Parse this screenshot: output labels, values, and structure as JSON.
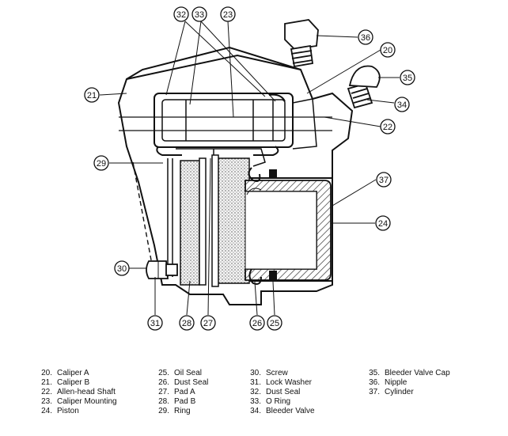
{
  "callouts": [
    {
      "num": "20"
    },
    {
      "num": "21"
    },
    {
      "num": "22"
    },
    {
      "num": "23"
    },
    {
      "num": "24"
    },
    {
      "num": "25"
    },
    {
      "num": "26"
    },
    {
      "num": "27"
    },
    {
      "num": "28"
    },
    {
      "num": "29"
    },
    {
      "num": "30"
    },
    {
      "num": "31"
    },
    {
      "num": "32"
    },
    {
      "num": "33"
    },
    {
      "num": "34"
    },
    {
      "num": "35"
    },
    {
      "num": "36"
    },
    {
      "num": "37"
    }
  ],
  "legend": [
    [
      {
        "num": "20.",
        "label": "Caliper A"
      },
      {
        "num": "21.",
        "label": "Caliper B"
      },
      {
        "num": "22.",
        "label": "Allen-head Shaft"
      },
      {
        "num": "23.",
        "label": "Caliper Mounting"
      },
      {
        "num": "24.",
        "label": "Piston"
      }
    ],
    [
      {
        "num": "25.",
        "label": "Oil Seal"
      },
      {
        "num": "26.",
        "label": "Dust Seal"
      },
      {
        "num": "27.",
        "label": "Pad A"
      },
      {
        "num": "28.",
        "label": "Pad B"
      },
      {
        "num": "29.",
        "label": "Ring"
      }
    ],
    [
      {
        "num": "30.",
        "label": "Screw"
      },
      {
        "num": "31.",
        "label": "Lock Washer"
      },
      {
        "num": "32.",
        "label": "Dust Seal"
      },
      {
        "num": "33.",
        "label": "O Ring"
      },
      {
        "num": "34.",
        "label": "Bleeder Valve"
      }
    ],
    [
      {
        "num": "35.",
        "label": "Bleeder Valve Cap"
      },
      {
        "num": "36.",
        "label": "Nipple"
      },
      {
        "num": "37.",
        "label": "Cylinder"
      }
    ]
  ],
  "colors": {
    "ink": "#111111",
    "paper": "#ffffff",
    "stipple": "#8a8a8a",
    "hatch": "#333333"
  }
}
